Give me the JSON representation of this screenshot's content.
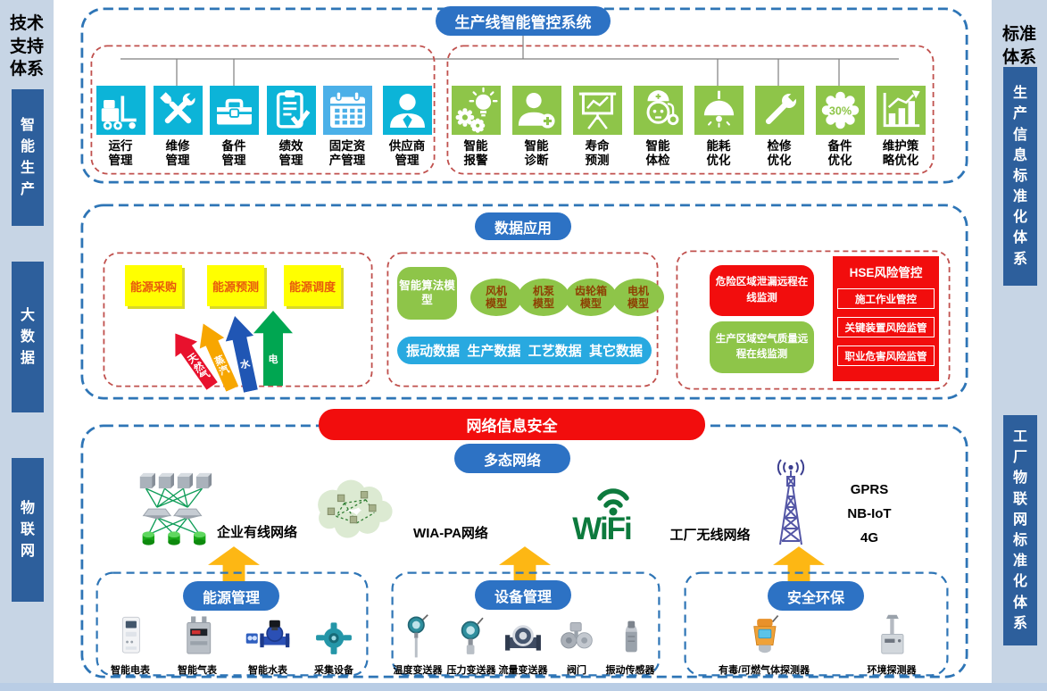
{
  "left_sidebar": {
    "title": "技术支持体系",
    "items": [
      "智能生产",
      "大数据",
      "物联网"
    ]
  },
  "right_sidebar": {
    "title": "标准体系",
    "items": [
      "生产信息标准化体系",
      "工厂物联网标准化体系"
    ]
  },
  "top_section": {
    "title": "生产线智能管控系统",
    "management_group": [
      {
        "label": "运行\n管理",
        "icon": "forklift-icon"
      },
      {
        "label": "维修\n管理",
        "icon": "tools-icon"
      },
      {
        "label": "备件\n管理",
        "icon": "toolbox-icon"
      },
      {
        "label": "绩效\n管理",
        "icon": "clipboard-check-icon"
      },
      {
        "label": "固定资\n产管理",
        "icon": "calendar-icon"
      },
      {
        "label": "供应商\n管理",
        "icon": "person-icon"
      }
    ],
    "smart_group": [
      {
        "label": "智能\n报警",
        "icon": "gear-bulb-icon"
      },
      {
        "label": "智能\n诊断",
        "icon": "person-plus-icon"
      },
      {
        "label": "寿命\n预测",
        "icon": "presentation-chart-icon"
      },
      {
        "label": "智能\n体检",
        "icon": "checkup-face-icon"
      },
      {
        "label": "能耗\n优化",
        "icon": "lamp-icon"
      },
      {
        "label": "检修\n优化",
        "icon": "wrench-icon"
      },
      {
        "label": "备件\n优化",
        "icon": "badge-30-icon",
        "badge_text": "30%"
      },
      {
        "label": "维护策\n略优化",
        "icon": "chart-up-icon"
      }
    ]
  },
  "data_section": {
    "title": "数据应用",
    "energy": {
      "boxes": [
        "能源采购",
        "能源预测",
        "能源调度"
      ],
      "arrows": [
        {
          "label": "天然气",
          "color": "#e8112d"
        },
        {
          "label": "蒸汽",
          "color": "#f7a600"
        },
        {
          "label": "水",
          "color": "#2056b4"
        },
        {
          "label": "电",
          "color": "#00a651"
        }
      ]
    },
    "models": {
      "main": "智能算法模\n型",
      "items": [
        "风机\n模型",
        "机泵\n模型",
        "齿轮箱\n模型",
        "电机\n模型"
      ],
      "data_bar": "振动数据  生产数据  工艺数据  其它数据"
    },
    "monitoring": {
      "red_box": "危险区域泄漏远程在\n线监测",
      "green_box": "生产区域空气质量远\n程在线监测",
      "panel_title": "HSE风险管控",
      "panel_items": [
        "施工作业管控",
        "关键装置风险监管",
        "职业危害风险监管"
      ]
    }
  },
  "network_section": {
    "banner": "网络信息安全",
    "subtitle": "多态网络",
    "networks": [
      {
        "label": "企业有线网络",
        "icon": "wired-network-icon"
      },
      {
        "label": "WIA-PA网络",
        "icon": "mesh-cloud-icon"
      },
      {
        "label": "工厂无线网络",
        "icon": "wifi-icon",
        "logo_text": "WiFi"
      },
      {
        "label": "",
        "icon": "radio-tower-icon"
      }
    ],
    "protocols": [
      "GPRS",
      "NB-IoT",
      "4G"
    ],
    "groups": [
      {
        "title": "能源管理",
        "devices": [
          {
            "label": "智能电表",
            "icon": "electric-meter-icon"
          },
          {
            "label": "智能气表",
            "icon": "gas-meter-icon"
          },
          {
            "label": "智能水表",
            "icon": "water-meter-icon"
          },
          {
            "label": "采集设备",
            "icon": "collector-icon"
          }
        ]
      },
      {
        "title": "设备管理",
        "devices": [
          {
            "label": "温度变送器",
            "icon": "temperature-transmitter-icon"
          },
          {
            "label": "压力变送器",
            "icon": "pressure-transmitter-icon"
          },
          {
            "label": "流量变送器",
            "icon": "flow-transmitter-icon"
          },
          {
            "label": "阀门",
            "icon": "valve-icon"
          },
          {
            "label": "振动传感器",
            "icon": "vibration-sensor-icon"
          }
        ]
      },
      {
        "title": "安全环保",
        "devices": [
          {
            "label": "有毒/可燃气体探测器",
            "icon": "gas-detector-icon"
          },
          {
            "label": "环境探测器",
            "icon": "environment-detector-icon"
          }
        ]
      }
    ]
  },
  "colors": {
    "cyan_icon": "#0cb4d8",
    "light_blue_icon": "#4bb0e8",
    "green_icon": "#8ec549",
    "pill_blue": "#2d72c4",
    "sidebar_dark": "#2d5f9c",
    "sidebar_light": "#c7d5e5",
    "red": "#f20d0d",
    "data_bar_blue": "#28a9e0",
    "yellow": "#ffff00"
  }
}
